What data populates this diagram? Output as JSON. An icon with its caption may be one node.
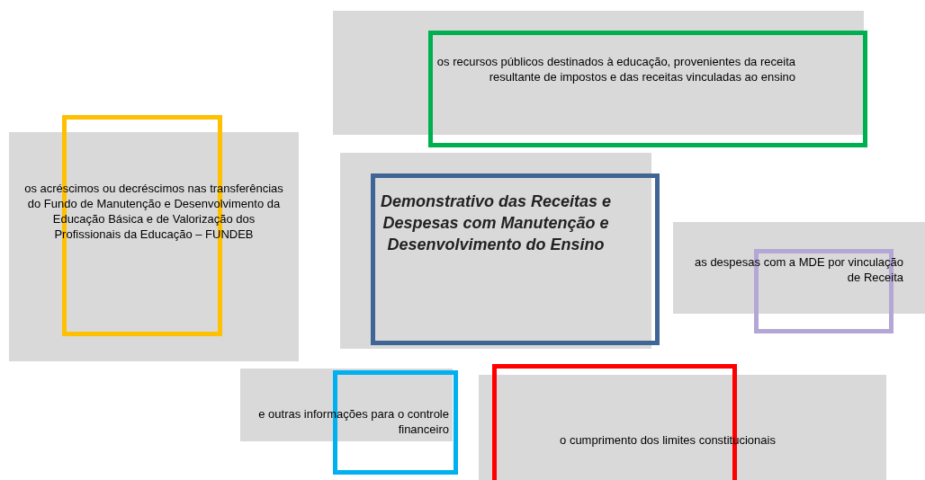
{
  "diagram": {
    "nodes": [
      {
        "text": [
          "os recursos públicos destinados à educação, provenientes da receita resultante de impostos e das receitas vinculadas ao ensino"
        ]
      },
      {
        "text": [
          "os acréscimos ou decréscimos nas transferências do Fundo de Manutenção e Desenvolvimento da Educação Básica e de Valorização dos Profissionais da Educação – FUNDEB"
        ]
      },
      {
        "text": [
          "Demonstrativo  das Receitas e Despesas  com Manutenção e Desenvolvimento  do Ensino"
        ]
      },
      {
        "text": [
          "as despesas com a MDE  por vinculação de Receita"
        ]
      },
      {
        "text": [
          "e outras informações para o controle financeiro"
        ]
      },
      {
        "text": [
          "o cumprimento  dos limites  constitucionais"
        ]
      }
    ]
  }
}
